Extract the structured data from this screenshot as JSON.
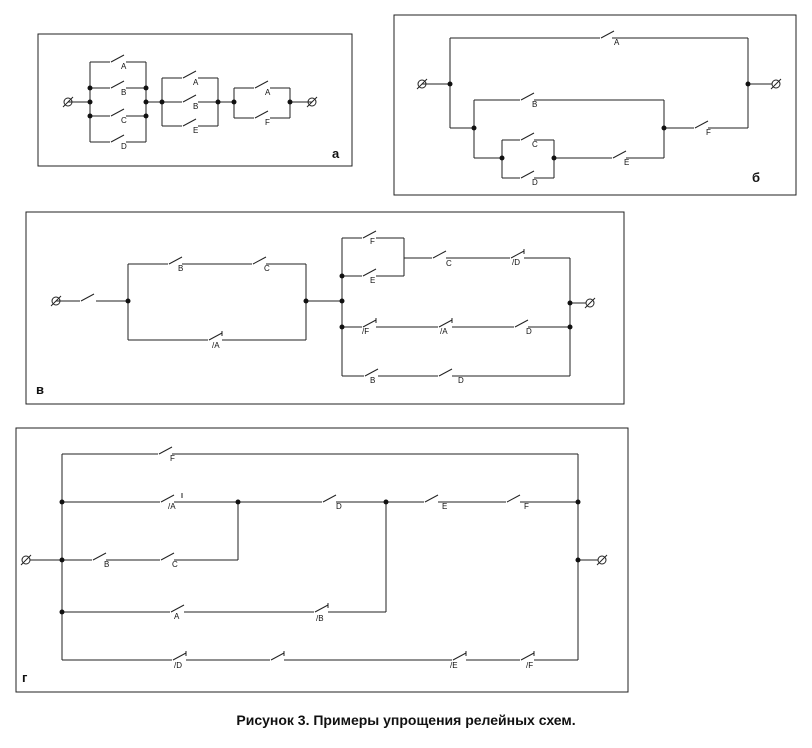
{
  "caption": "Рисунок 3. Примеры упрощения релейных схем.",
  "panels": {
    "a": {
      "letter": "а",
      "contacts": [
        "A",
        "B",
        "C",
        "D",
        "A",
        "B",
        "E",
        "A",
        "F"
      ]
    },
    "b": {
      "letter": "б",
      "contacts": [
        "A",
        "B",
        "C",
        "D",
        "E",
        "F"
      ]
    },
    "v": {
      "letter": "в",
      "contacts": [
        "B",
        "C",
        "/A",
        "F",
        "E",
        "C",
        "/D",
        "/F",
        "/A",
        "D",
        "B",
        "D"
      ]
    },
    "g": {
      "letter": "г",
      "contacts": [
        "F",
        "/A",
        "D",
        "E",
        "F",
        "B",
        "C",
        "A",
        "/B",
        "/D",
        "/E",
        "/F"
      ]
    }
  }
}
